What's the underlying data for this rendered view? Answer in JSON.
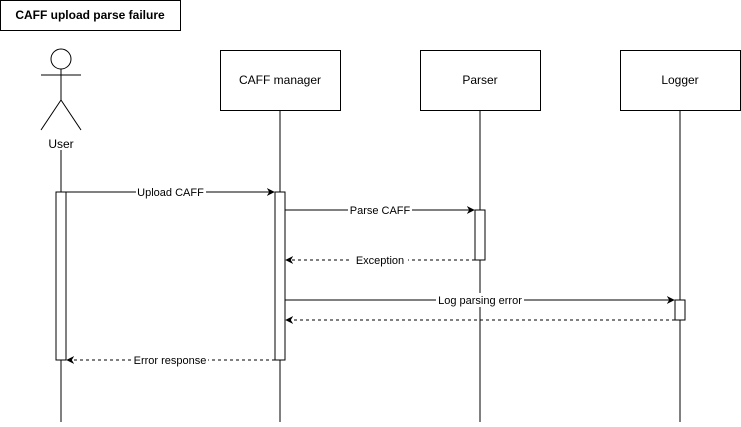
{
  "title": "CAFF upload parse failure",
  "participants": [
    {
      "id": "user",
      "label": "User",
      "type": "actor"
    },
    {
      "id": "caff_manager",
      "label": "CAFF manager",
      "type": "box"
    },
    {
      "id": "parser",
      "label": "Parser",
      "type": "box"
    },
    {
      "id": "logger",
      "label": "Logger",
      "type": "box"
    }
  ],
  "messages": [
    {
      "from": "user",
      "to": "caff_manager",
      "label": "Upload CAFF",
      "style": "solid"
    },
    {
      "from": "caff_manager",
      "to": "parser",
      "label": "Parse CAFF",
      "style": "solid"
    },
    {
      "from": "parser",
      "to": "caff_manager",
      "label": "Exception",
      "style": "dashed"
    },
    {
      "from": "caff_manager",
      "to": "logger",
      "label": "Log parsing error",
      "style": "solid"
    },
    {
      "from": "logger",
      "to": "caff_manager",
      "label": "",
      "style": "dashed"
    },
    {
      "from": "caff_manager",
      "to": "user",
      "label": "Error response",
      "style": "dashed"
    }
  ],
  "colors": {
    "line": "#000000",
    "background": "#ffffff"
  }
}
